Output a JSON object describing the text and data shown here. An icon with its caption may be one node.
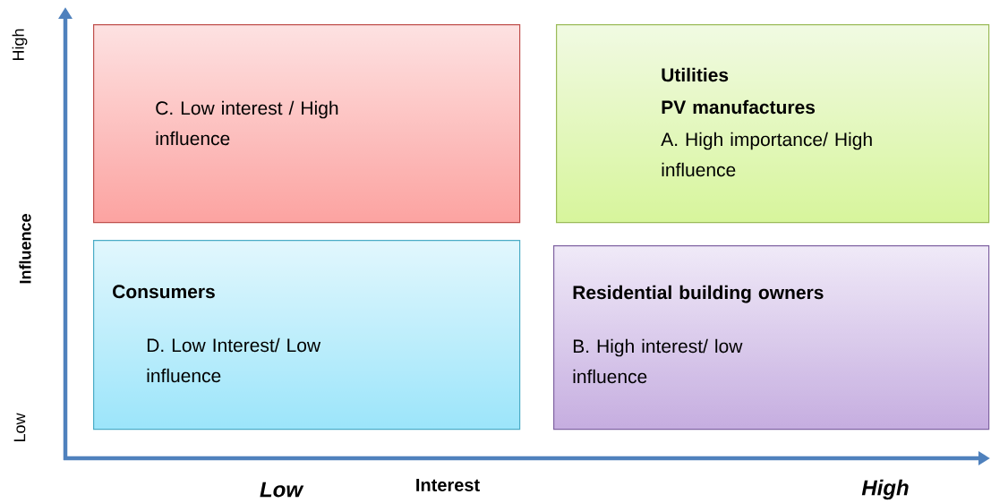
{
  "diagram": {
    "nodes": [
      {
        "text": [
          "C. Low interest / High influence"
        ]
      },
      {
        "text": [
          "Utilities",
          "PV manufactures",
          "A. High importance/ High influence"
        ]
      },
      {
        "text": [
          "Consumers",
          "D. Low Interest/ Low influence"
        ]
      },
      {
        "text": [
          "Residential building owners",
          "B. High interest/ low influence"
        ]
      }
    ],
    "labels": [
      "High",
      "Influence",
      "Low",
      "Low",
      "Interest",
      "High"
    ]
  }
}
